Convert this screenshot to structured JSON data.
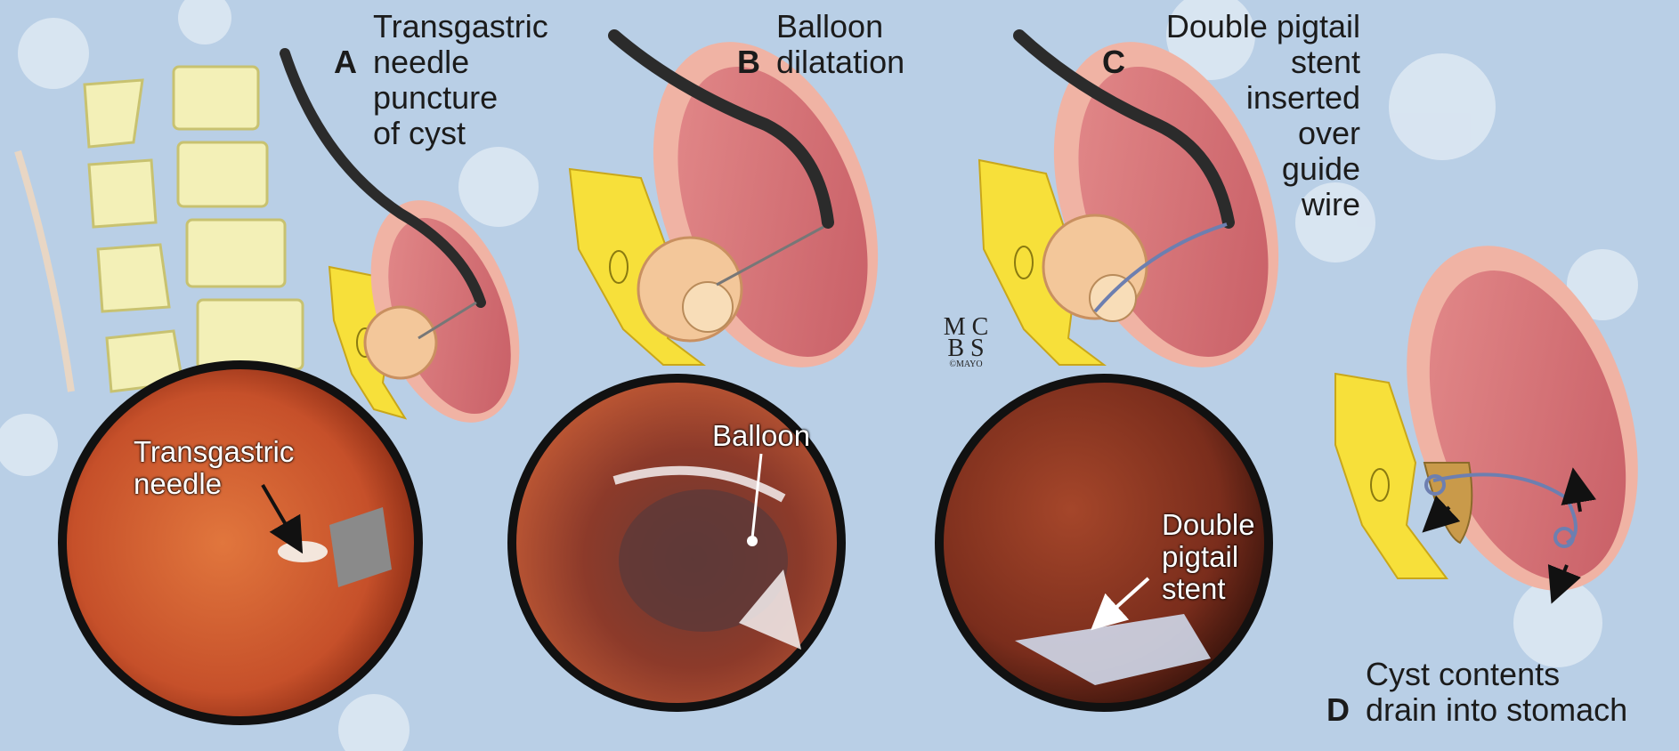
{
  "colors": {
    "background": "#b9cfe6",
    "stomach_fill": "#d9777a",
    "stomach_wall": "#f0b3a4",
    "pancreas": "#f7e03a",
    "cyst": "#f3c79a",
    "endoscope": "#2b2b2b",
    "endo_tissue": "#b94b2b"
  },
  "panels": [
    {
      "letter": "A",
      "caption": "Transgastric\nneedle\npuncture\nof cyst",
      "inset_label": "Transgastric\nneedle"
    },
    {
      "letter": "B",
      "caption": "Balloon\ndilatation",
      "inset_label": "Balloon"
    },
    {
      "letter": "C",
      "caption": "Double pigtail\nstent\ninserted\nover\nguide\nwire",
      "inset_label": "Double\npigtail\nstent"
    },
    {
      "letter": "D",
      "caption": "Cyst contents\ndrain into stomach"
    }
  ],
  "logo": {
    "line1": "M C",
    "line2": "B S",
    "small": "©MAYO"
  },
  "icons": [
    "arrow-icon",
    "spine-illustration",
    "stomach-illustration",
    "pancreas-illustration",
    "endoscope-illustration"
  ]
}
